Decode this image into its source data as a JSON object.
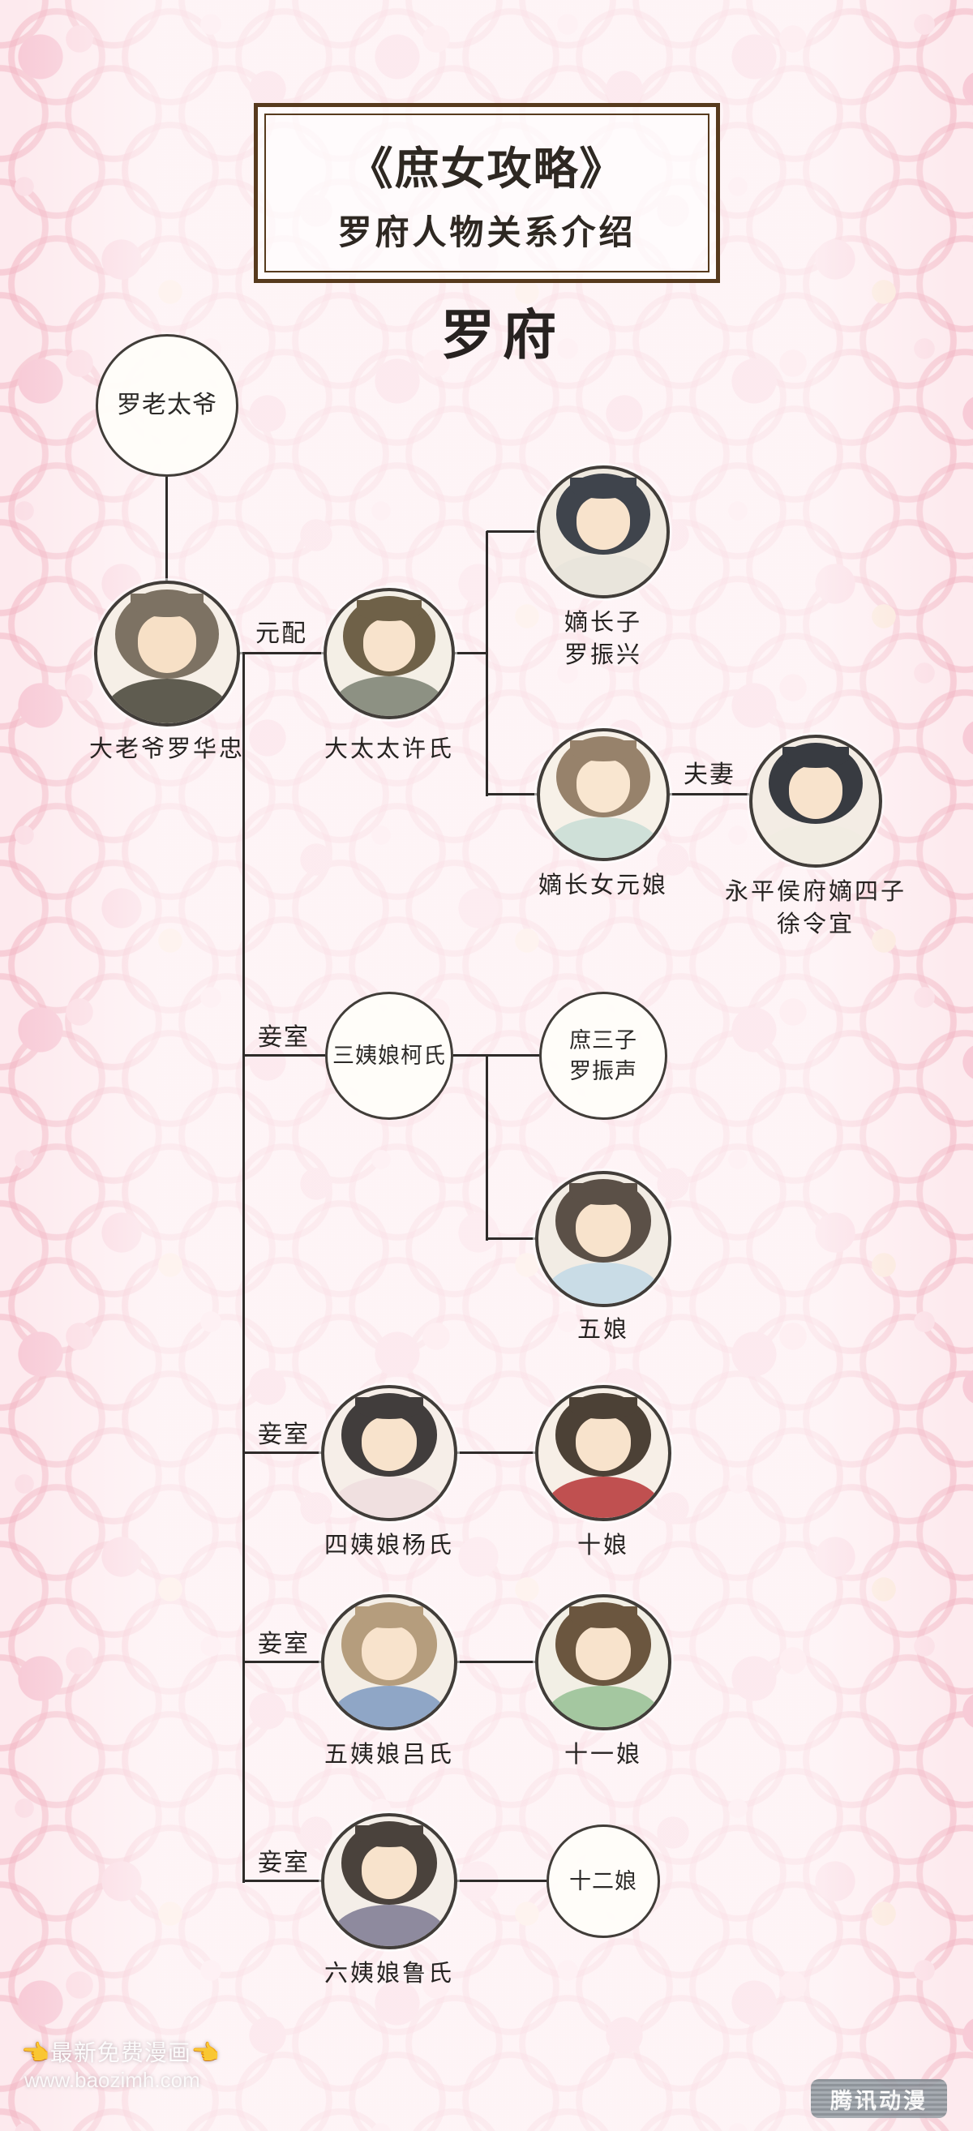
{
  "header": {
    "title_line1": "《庶女攻略》",
    "title_line2": "罗府人物关系介绍",
    "family_heading": "罗府"
  },
  "edge_labels": {
    "first_wife": "元配",
    "couple": "夫妻",
    "concubine": "妾室"
  },
  "nodes": {
    "grandpa": {
      "label": "罗老太爷"
    },
    "father": {
      "label": "大老爷罗华忠",
      "avatar": {
        "hair": "#7d7263",
        "skin": "#f7e0c6",
        "cloth": "#5f5c50",
        "bg": "#f6efe7"
      }
    },
    "main_wife": {
      "label": "大太太许氏",
      "avatar": {
        "hair": "#6f6148",
        "skin": "#f8e3cc",
        "cloth": "#8d9183",
        "bg": "#f4efe6"
      }
    },
    "eldest_son": {
      "label_line1": "嫡长子",
      "label_line2": "罗振兴",
      "avatar": {
        "hair": "#3f444c",
        "skin": "#f8e3cc",
        "cloth": "#e9e5dc",
        "bg": "#efe9df"
      }
    },
    "eldest_daughter": {
      "label": "嫡长女元娘",
      "avatar": {
        "hair": "#97826b",
        "skin": "#f9e6d0",
        "cloth": "#cfe0d8",
        "bg": "#f7f1e8"
      }
    },
    "son_in_law": {
      "label_line1": "永平侯府嫡四子",
      "label_line2": "徐令宜",
      "avatar": {
        "hair": "#383b41",
        "skin": "#f8e3cc",
        "cloth": "#f1ece2",
        "bg": "#f3ece4"
      }
    },
    "concubine3": {
      "label": "三姨娘柯氏"
    },
    "third_son": {
      "label_line1": "庶三子",
      "label_line2": "罗振声"
    },
    "fifth_daughter": {
      "label": "五娘",
      "avatar": {
        "hair": "#5b5047",
        "skin": "#f8e3cc",
        "cloth": "#c9dce6",
        "bg": "#f2ece4"
      }
    },
    "concubine4": {
      "label": "四姨娘杨氏",
      "avatar": {
        "hair": "#413d3c",
        "skin": "#f8e3cc",
        "cloth": "#f0e0e0",
        "bg": "#f6eee8"
      }
    },
    "tenth_daughter": {
      "label": "十娘",
      "avatar": {
        "hair": "#4c4136",
        "skin": "#f8e3cc",
        "cloth": "#c05050",
        "bg": "#f7efe7"
      }
    },
    "concubine5": {
      "label": "五姨娘吕氏",
      "avatar": {
        "hair": "#b59d7d",
        "skin": "#f8e3cc",
        "cloth": "#8fa6c6",
        "bg": "#f4eee6"
      }
    },
    "eleventh_daughter": {
      "label": "十一娘",
      "avatar": {
        "hair": "#6b563f",
        "skin": "#f8e3cc",
        "cloth": "#a4c7a0",
        "bg": "#f2efe5"
      }
    },
    "concubine6": {
      "label": "六姨娘鲁氏",
      "avatar": {
        "hair": "#4a423c",
        "skin": "#f8e3cc",
        "cloth": "#8e8a9e",
        "bg": "#f4eee8"
      }
    },
    "twelfth_daughter": {
      "label": "十二娘"
    }
  },
  "watermark": {
    "promo": "👈最新免费漫画👈",
    "site": "www.baozimh.com"
  },
  "logo": {
    "text": "腾讯动漫"
  },
  "colors": {
    "frame": "#573a1d",
    "line": "#2e2b29",
    "background": "#fdeaee"
  }
}
